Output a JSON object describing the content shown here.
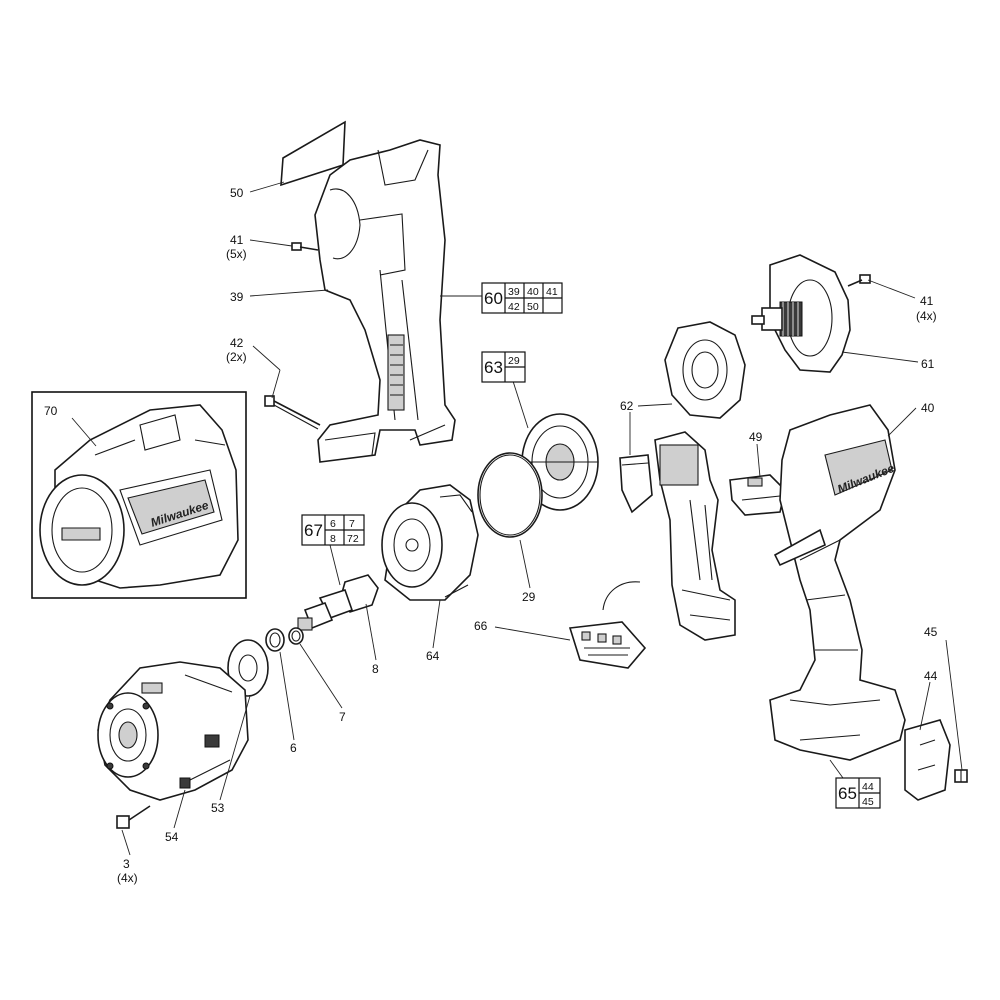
{
  "callouts": {
    "p50": "50",
    "p41a": "41",
    "p41a_qty": "(5x)",
    "p39": "39",
    "p42": "42",
    "p42_qty": "(2x)",
    "p70": "70",
    "p41b": "41",
    "p41b_qty": "(4x)",
    "p61": "61",
    "p62": "62",
    "p40": "40",
    "p49": "49",
    "p29": "29",
    "p64": "64",
    "p66": "66",
    "p8": "8",
    "p7": "7",
    "p6": "6",
    "p53": "53",
    "p54": "54",
    "p3": "3",
    "p3_qty": "(4x)",
    "p45": "45",
    "p44": "44"
  },
  "kits": {
    "k60": {
      "id": "60",
      "parts": [
        "39",
        "40",
        "41",
        "42",
        "50",
        ""
      ]
    },
    "k63": {
      "id": "63",
      "parts": [
        "29",
        ""
      ]
    },
    "k67": {
      "id": "67",
      "parts": [
        "6",
        "7",
        "8",
        "72"
      ]
    },
    "k65": {
      "id": "65",
      "parts": [
        "44",
        "45"
      ]
    }
  },
  "brand": "Milwaukee"
}
